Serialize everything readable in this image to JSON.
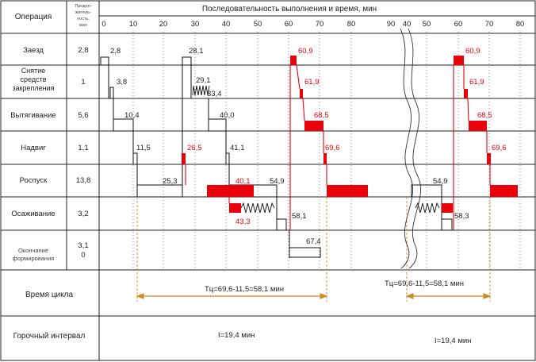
{
  "header": {
    "operation": "Операция",
    "duration": [
      "Продол-",
      "житель-",
      "ность,",
      "мин"
    ],
    "sequence": "Последовательность выполнения и время, мин"
  },
  "axis_ticks": [
    "0",
    "10",
    "20",
    "30",
    "40",
    "50",
    "60",
    "70",
    "80",
    "90",
    "40",
    "50",
    "60",
    "70",
    "80"
  ],
  "operations": [
    {
      "name": [
        "Заезд"
      ],
      "duration": [
        "2,8"
      ]
    },
    {
      "name": [
        "Снятие",
        "средств",
        "закрепления"
      ],
      "duration": [
        "1"
      ]
    },
    {
      "name": [
        "Вытягивание"
      ],
      "duration": [
        "5,6"
      ]
    },
    {
      "name": [
        "Надвиг"
      ],
      "duration": [
        "1,1"
      ]
    },
    {
      "name": [
        "Роспуск"
      ],
      "duration": [
        "13,8"
      ]
    },
    {
      "name": [
        "Осаживание"
      ],
      "duration": [
        "3,2"
      ]
    },
    {
      "name": [
        "Окончание",
        "формирования"
      ],
      "duration": [
        "3,1",
        "0"
      ]
    }
  ],
  "cycle": {
    "label": "Время цикла",
    "formula_left": "Тц=69,6-11,5=58,1 мин",
    "formula_right": "Тц=69,6-11,5=58,1 мин"
  },
  "interval": {
    "label": "Горочный интервал",
    "value_left": "I=19,4 мин",
    "value_right": "I=19,4 мин"
  },
  "labels": {
    "l1": "2,8",
    "l2": "28,1",
    "l3": "60,9",
    "l4": "3,8",
    "l5": "29,1",
    "l6": "33,4",
    "l7": "61,9",
    "l8": "10,4",
    "l9": "40,0",
    "l10": "68,5",
    "l11": "11,5",
    "l12": "26,5",
    "l13": "41,1",
    "l14": "69,6",
    "l15": "25,3",
    "l16": "40,1",
    "l17": "54,9",
    "l18": "43,3",
    "l19": "58,1",
    "l20": "67,4",
    "r1": "60,9",
    "r2": "61,9",
    "r3": "68,5",
    "r4": "69,6",
    "r5": "54,9",
    "r6": "58,3"
  },
  "colors": {
    "highlight": "#e8000a",
    "cycle_arrow": "#d08a2a",
    "grid": "#222222",
    "dotted": "#555555"
  }
}
